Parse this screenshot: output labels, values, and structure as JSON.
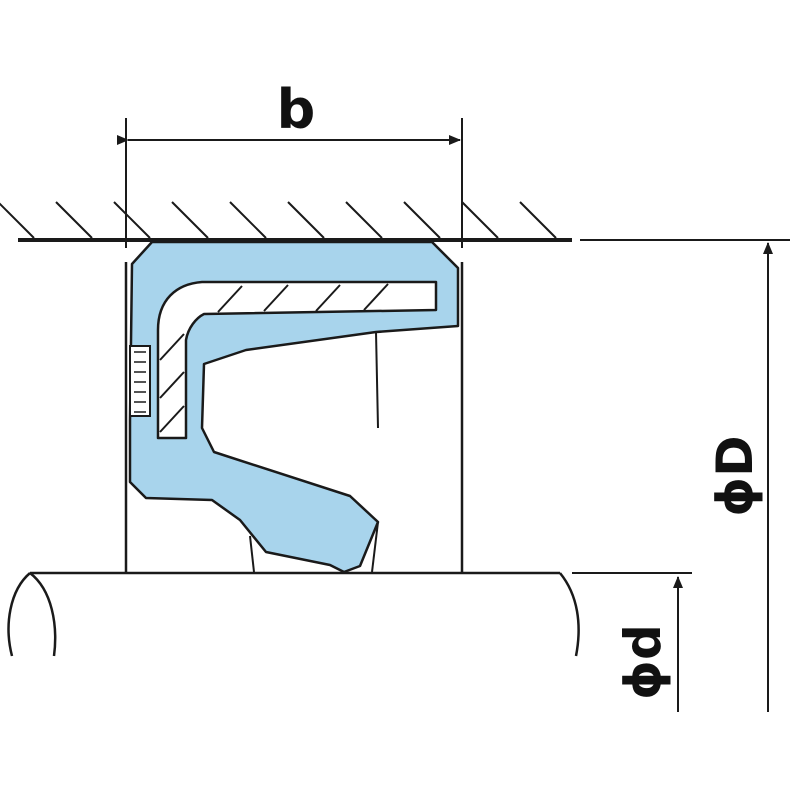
{
  "labels": {
    "width": "b",
    "outer_diameter": "ϕD",
    "shaft_diameter": "ϕd"
  },
  "colors": {
    "seal_rubber": "#a8d4ec",
    "outline": "#1a1a1a",
    "background": "#ffffff"
  }
}
